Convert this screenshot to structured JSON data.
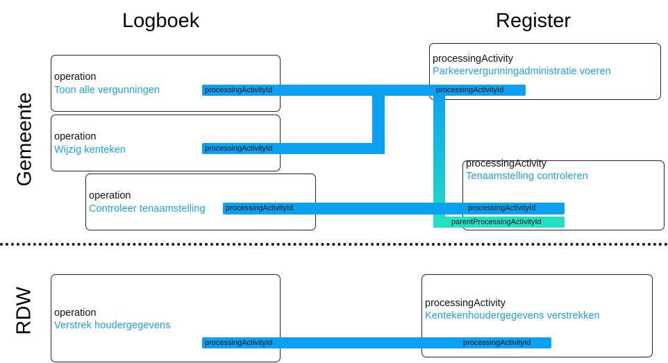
{
  "columns": {
    "left": "Logboek",
    "right": "Register"
  },
  "rows": {
    "top": "Gemeente",
    "bottom": "RDW"
  },
  "colors": {
    "link": "#0ba1f0",
    "parent_link": "#23e0c4",
    "name_text": "#1aa0e6"
  },
  "boxes": {
    "op_toon": {
      "kind": "operation",
      "name": "Toon alle vergunningen"
    },
    "op_wijzig": {
      "kind": "operation",
      "name": "Wijzig kenteken"
    },
    "op_contr": {
      "kind": "operation",
      "name": "Controleer tenaamstelling"
    },
    "pa_parkeer": {
      "kind": "processingActivity",
      "name": "Parkeervergunningadministratie voeren"
    },
    "pa_tenaam": {
      "kind": "processingActivity",
      "name": "Tenaamstelling controleren"
    },
    "op_rdw": {
      "kind": "operation",
      "name": "Verstrek houdergegevens"
    },
    "pa_rdw": {
      "kind": "processingActivity",
      "name": "Kentekenhoudergegevens verstrekken"
    }
  },
  "fields": {
    "processing_activity_id": "processingActivityId",
    "parent_processing_activity_id": "parentProcessingActivityId"
  }
}
